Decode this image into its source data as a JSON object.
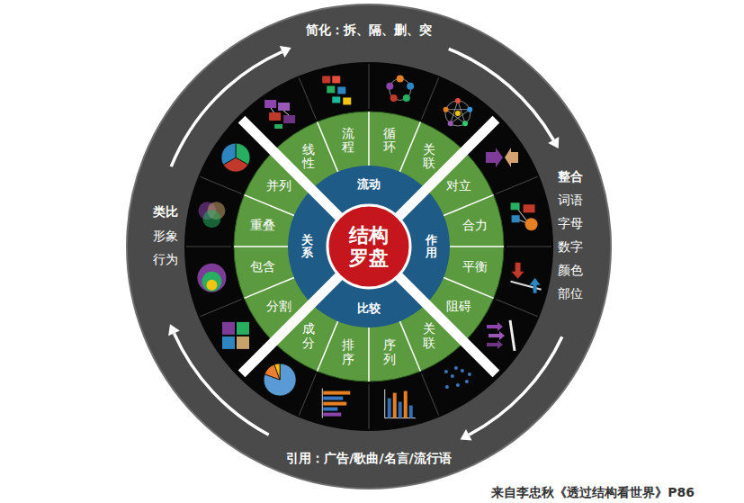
{
  "diagram": {
    "caption": "来自李忠秋《透过结构看世界》P86",
    "nodes": [
      {
        "text": [
          "简化：拆、隔、删、突",
          "整合",
          "词语 字母 数字 颜色 部位",
          "引用：广告/歌曲/名言/流行语",
          "类比",
          "形象 行为"
        ]
      },
      {
        "text": [
          "结构 罗盘"
        ]
      },
      {
        "text": [
          "流动"
        ]
      },
      {
        "text": [
          "作用"
        ]
      },
      {
        "text": [
          "比较"
        ]
      },
      {
        "text": [
          "关系"
        ]
      },
      {
        "text": [
          "线性"
        ]
      },
      {
        "text": [
          "流程"
        ]
      },
      {
        "text": [
          "循环"
        ]
      },
      {
        "text": [
          "关联"
        ]
      },
      {
        "text": [
          "对立"
        ]
      },
      {
        "text": [
          "合力"
        ]
      },
      {
        "text": [
          "平衡"
        ]
      },
      {
        "text": [
          "阻碍"
        ]
      },
      {
        "text": [
          "成分"
        ]
      },
      {
        "text": [
          "排序"
        ]
      },
      {
        "text": [
          "序列"
        ]
      },
      {
        "text": [
          "关联"
        ]
      },
      {
        "text": [
          "并列"
        ]
      },
      {
        "text": [
          "重叠"
        ]
      },
      {
        "text": [
          "包含"
        ]
      },
      {
        "text": [
          "分割"
        ]
      }
    ]
  }
}
